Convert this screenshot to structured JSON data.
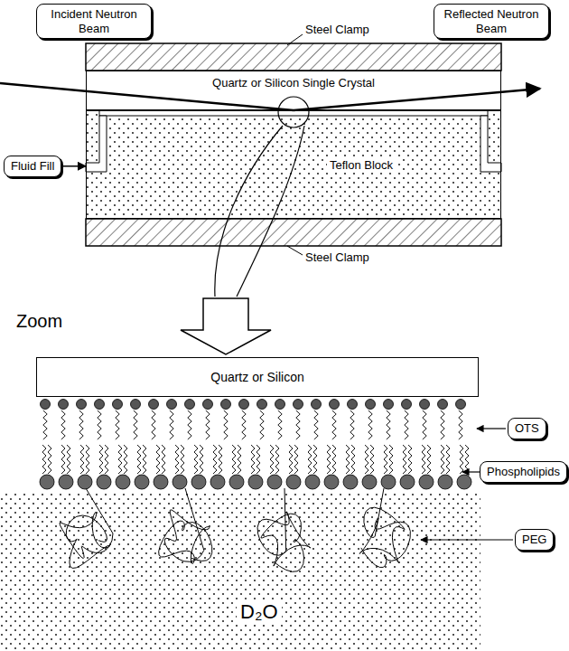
{
  "diagram": {
    "nodes": [
      {
        "text": [
          "Incident Neutron Beam"
        ]
      },
      {
        "text": [
          "Reflected Neutron Beam"
        ]
      },
      {
        "text": [
          "Quartz or Silicon Single Crystal"
        ]
      },
      {
        "text": [
          "Fluid Fill"
        ]
      },
      {
        "text": [
          "Teflon Block"
        ]
      },
      {
        "text": [
          "Quartz or Silicon"
        ]
      },
      {
        "text": [
          "OTS"
        ]
      },
      {
        "text": [
          "Phospholipids"
        ]
      },
      {
        "text": [
          "PEG"
        ]
      }
    ],
    "edges": [
      {
        "from": 3,
        "to": 4,
        "arrow": "to"
      }
    ],
    "labels": [
      "Steel Clamp",
      "Steel Clamp",
      "Zoom",
      "D₂O"
    ]
  }
}
